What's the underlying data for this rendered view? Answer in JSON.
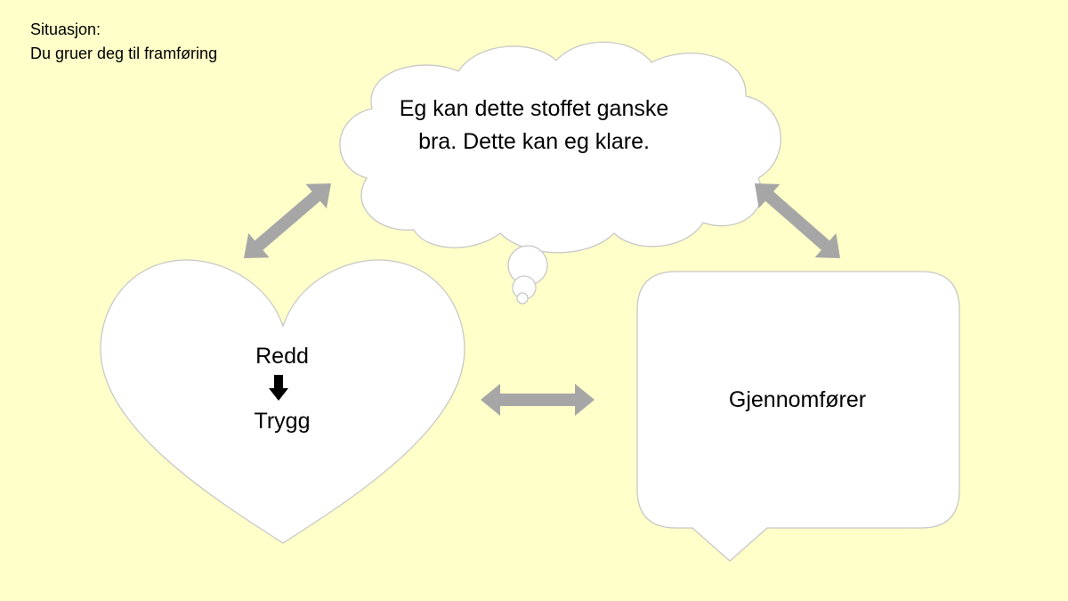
{
  "situation": {
    "line1": "Situasjon:",
    "line2": "Du gruer deg til framføring"
  },
  "thought": {
    "text": "Eg kan dette stoffet ganske bra. Dette kan eg klare."
  },
  "feeling": {
    "from": "Redd",
    "to": "Trygg"
  },
  "action": {
    "text": "Gjennomfører"
  },
  "colors": {
    "background": "#ffffc9",
    "shape_fill": "#ffffff",
    "shape_stroke": "#c8c8c8",
    "arrow": "#a6a6a6",
    "small_arrow": "#000000"
  }
}
